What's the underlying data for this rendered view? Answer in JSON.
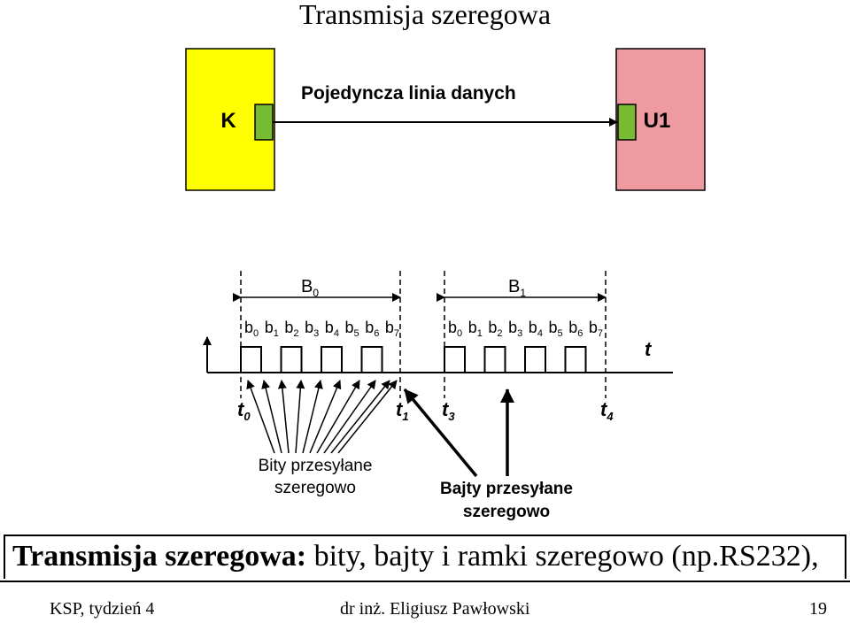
{
  "title": "Transmisja szeregowa",
  "diagram": {
    "device_k": "K",
    "device_u1": "U1",
    "line_label": "Pojedyncza linia danych",
    "byte0": "B",
    "byte0_sub": "0",
    "byte1": "B",
    "byte1_sub": "1",
    "bit_letter": "b",
    "bit_indices": [
      "0",
      "1",
      "2",
      "3",
      "4",
      "5",
      "6",
      "7"
    ],
    "time_axis": "t",
    "t0": "t",
    "t0_sub": "0",
    "t1": "t",
    "t1_sub": "1",
    "t3": "t",
    "t3_sub": "3",
    "t4": "t",
    "t4_sub": "4",
    "bits_caption": [
      "Bity przesyłane",
      "szeregowo"
    ],
    "bytes_caption": [
      "Bajty przesyłane",
      "szeregowo"
    ],
    "colors": {
      "device_k": "#ffff00",
      "device_u1": "#ee9aa0",
      "port": "#77bb33"
    }
  },
  "caption": {
    "bold": "Transmisja szeregowa:",
    "rest": " bity, bajty i ramki szeregowo (np.RS232),"
  },
  "footer": {
    "left": "KSP,  tydzień 4",
    "center": "dr inż. Eligiusz Pawłowski",
    "page": "19"
  }
}
